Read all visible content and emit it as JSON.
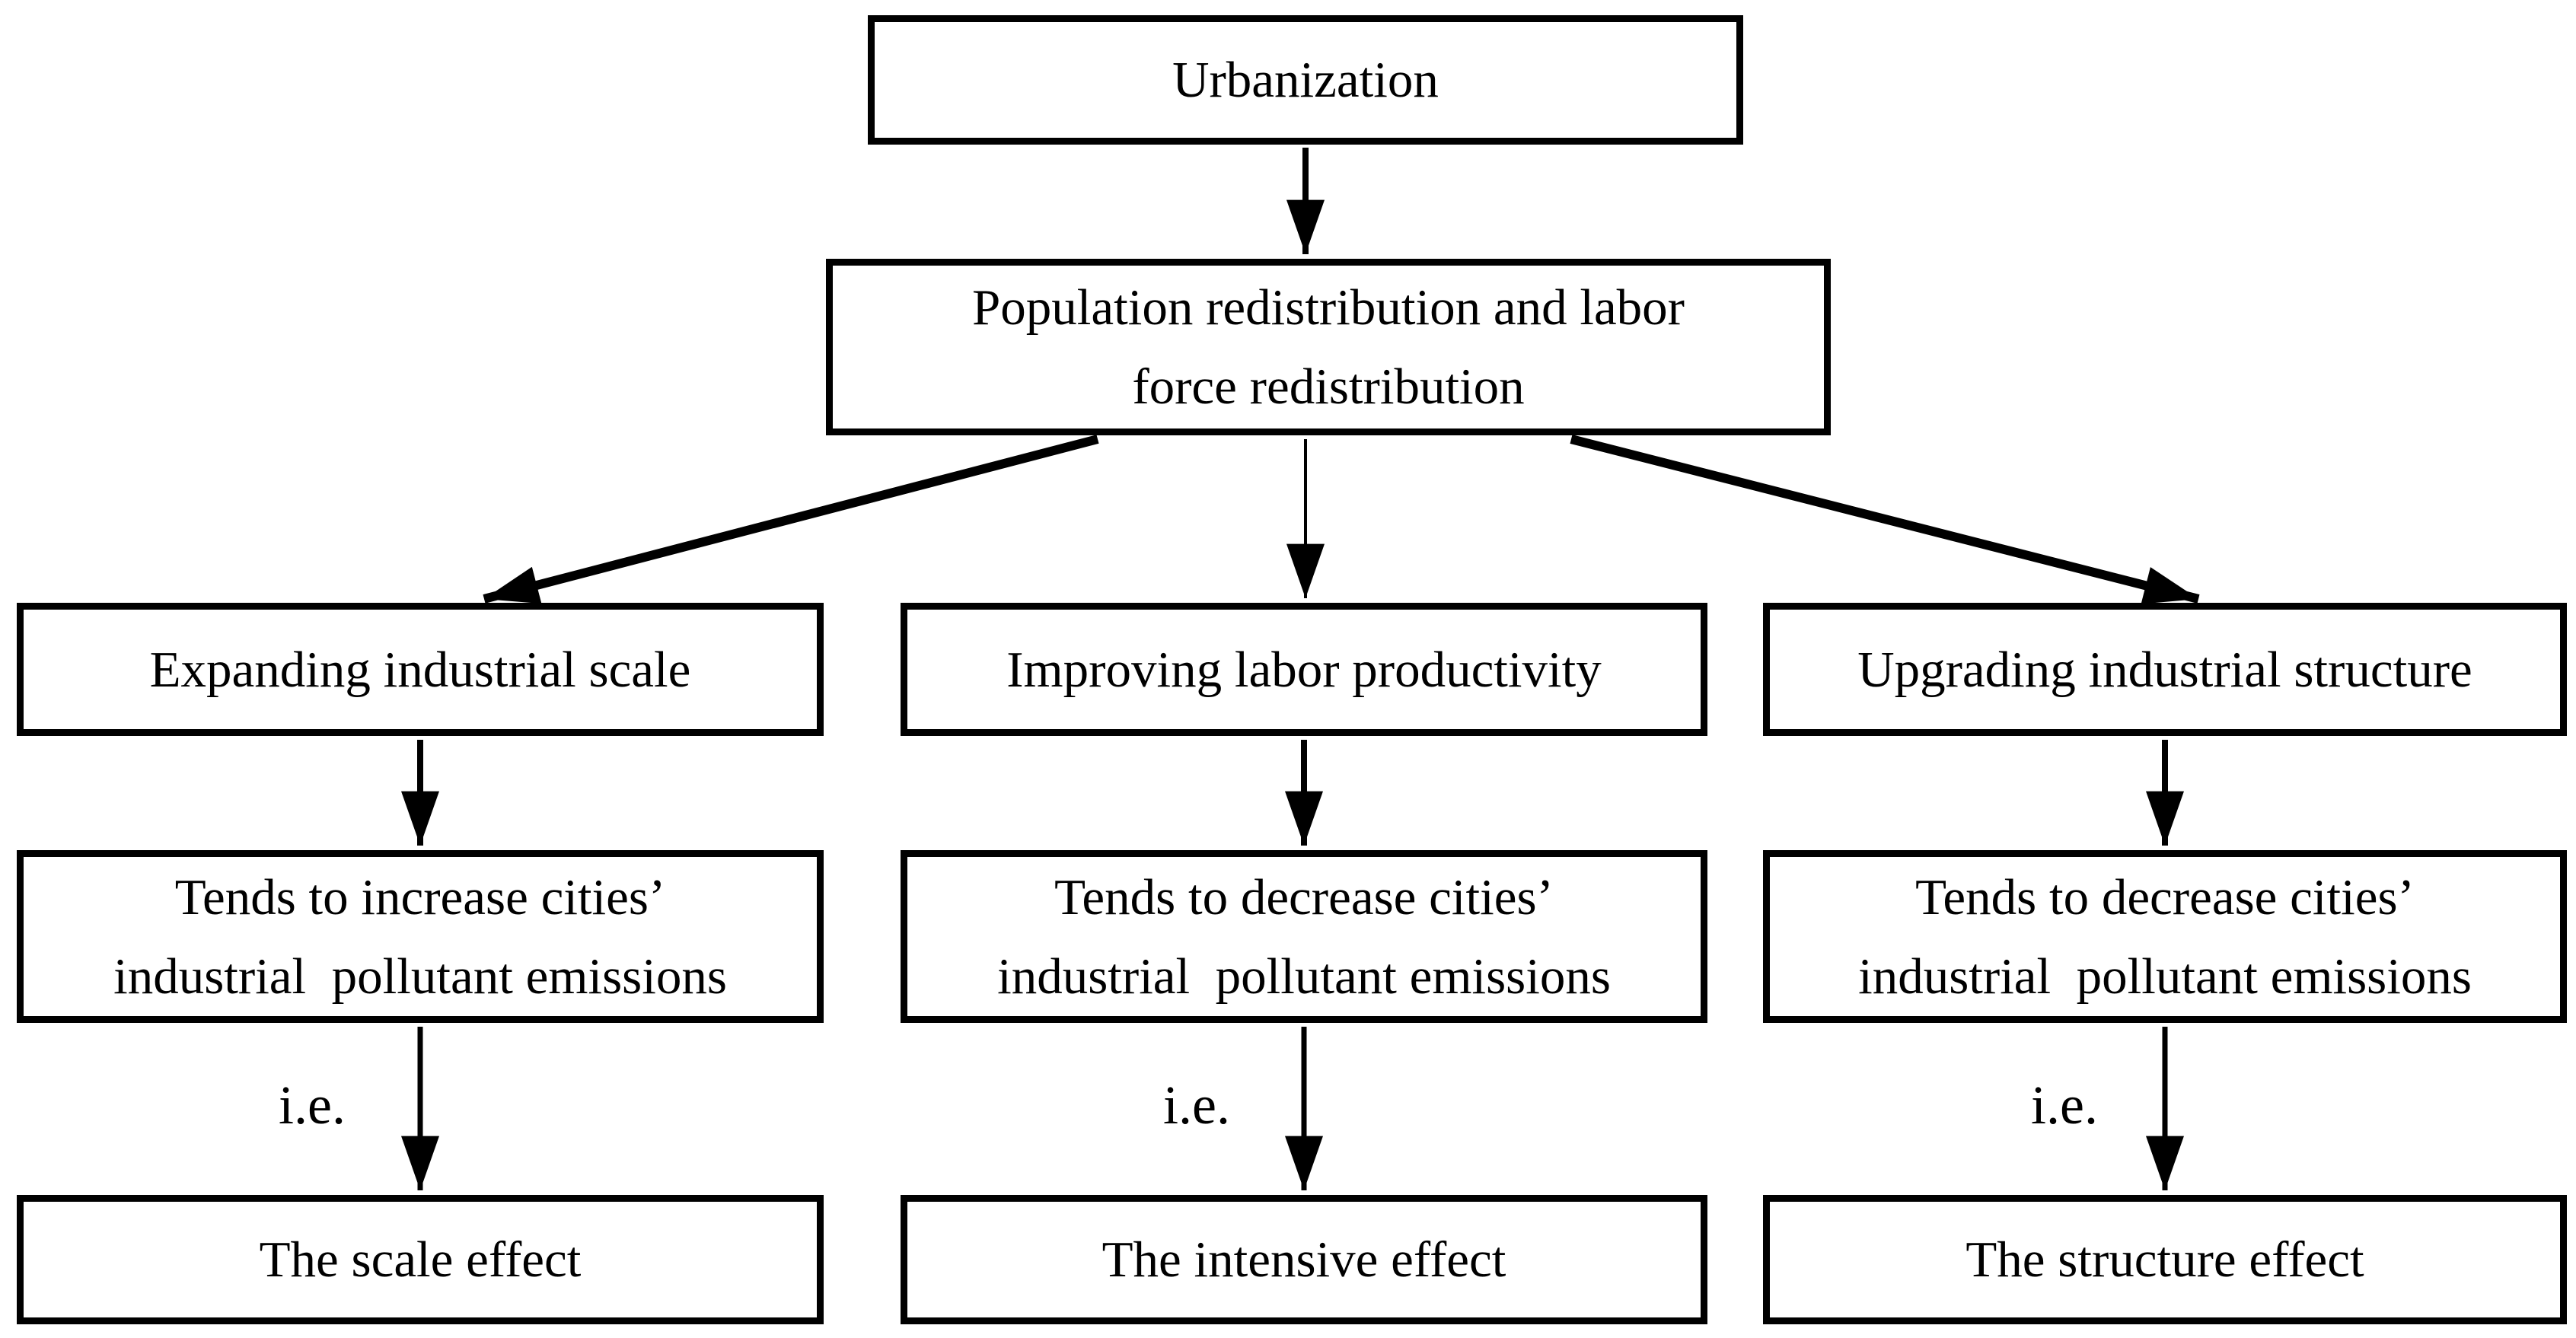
{
  "diagram": {
    "background_color": "#ffffff",
    "line_color": "#000000",
    "box_fill_color": "#ffffff",
    "nodes": {
      "urbanization": {
        "label": "Urbanization"
      },
      "population_redistribution": {
        "label": "Population redistribution and labor\nforce redistribution"
      },
      "expanding_industrial_scale": {
        "label": "Expanding industrial scale"
      },
      "improving_labor_productivity": {
        "label": "Improving labor productivity"
      },
      "upgrading_industrial_structure": {
        "label": "Upgrading industrial structure"
      },
      "increase_emissions": {
        "label": "Tends to increase cities’\nindustrial  pollutant emissions"
      },
      "decrease_emissions_intensive": {
        "label": "Tends to decrease cities’\nindustrial  pollutant emissions"
      },
      "decrease_emissions_structure": {
        "label": "Tends to decrease cities’\nindustrial  pollutant emissions"
      },
      "scale_effect": {
        "label": "The scale effect"
      },
      "intensive_effect": {
        "label": "The intensive effect"
      },
      "structure_effect": {
        "label": "The structure effect"
      }
    },
    "edge_labels": {
      "scale_ie": "i.e.",
      "intensive_ie": "i.e.",
      "structure_ie": "i.e."
    }
  }
}
